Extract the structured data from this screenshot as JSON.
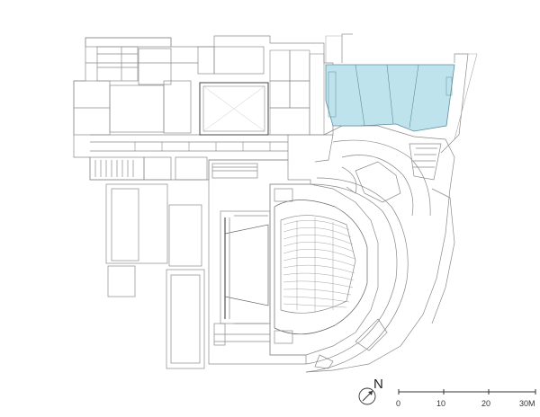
{
  "drawing": {
    "colors": {
      "line": "#8a8a8a",
      "line_dark": "#444444",
      "highlight_fill": "#bfe3ec",
      "highlight_stroke": "#5c8e9c",
      "background": "#ffffff"
    },
    "north_arrow": {
      "label": "N",
      "icon": "north-arrow-icon"
    },
    "scale_bar": {
      "labels": [
        "0",
        "10",
        "20",
        "30M"
      ],
      "segments": [
        10,
        10,
        10
      ]
    }
  }
}
